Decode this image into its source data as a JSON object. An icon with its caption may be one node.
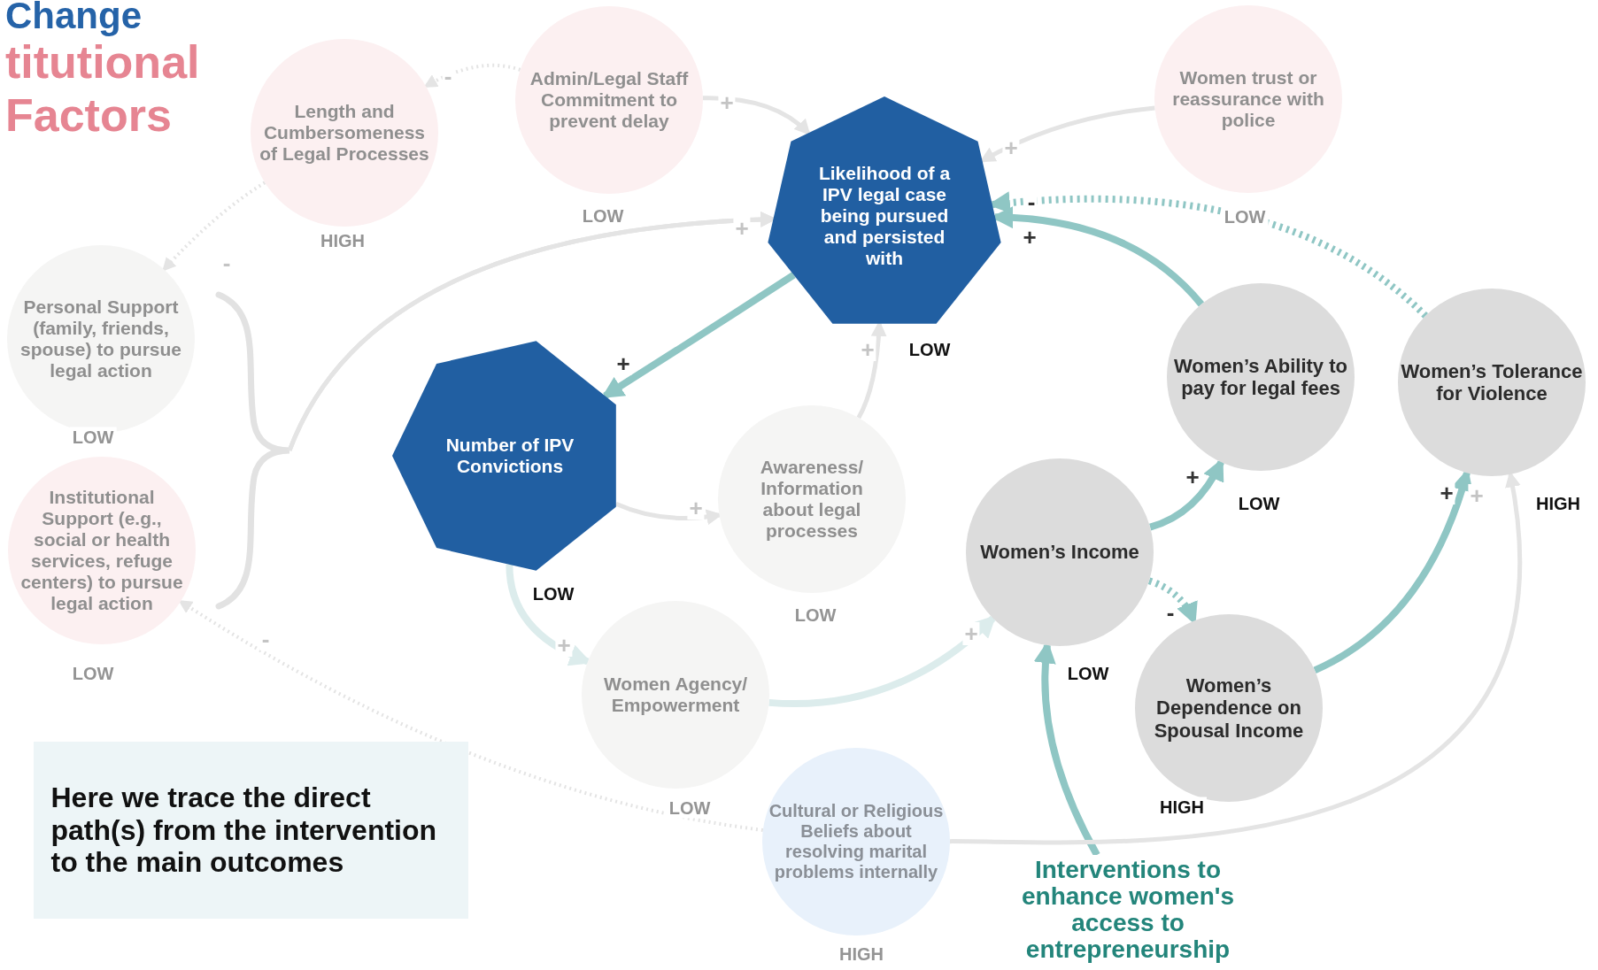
{
  "diagram": {
    "nodes": [
      {
        "text": [
          "Length and Cumbersomeness of Legal Processes"
        ],
        "beside": [
          "HIGH"
        ]
      },
      {
        "text": [
          "Admin/Legal Staff Commitment to prevent delay"
        ],
        "beside": [
          "LOW"
        ]
      },
      {
        "text": [
          "Women trust or reassurance with police"
        ],
        "beside": [
          "LOW"
        ]
      },
      {
        "text": [
          "Likelihood of a IPV legal case being pursued and persisted with"
        ],
        "beside": [
          "LOW"
        ]
      },
      {
        "text": [
          "Personal Support (family, friends, spouse) to pursue legal action"
        ],
        "beside": [
          "LOW"
        ]
      },
      {
        "text": [
          "Institutional Support (e.g., social or health services, refuge centers) to pursue legal action"
        ],
        "beside": [
          "LOW"
        ]
      },
      {
        "text": [
          "Number of IPV Convictions"
        ],
        "beside": [
          "LOW"
        ]
      },
      {
        "text": [
          "Awareness/ Information about legal processes"
        ],
        "beside": [
          "LOW"
        ]
      },
      {
        "text": [
          "Women’s Ability to pay for legal fees"
        ],
        "beside": [
          "LOW"
        ]
      },
      {
        "text": [
          "Women’s Tolerance for Violence"
        ],
        "beside": [
          "HIGH"
        ]
      },
      {
        "text": [
          "Women’s Income"
        ],
        "beside": [
          "LOW"
        ]
      },
      {
        "text": [
          "Women Agency/ Empowerment"
        ],
        "beside": [
          "LOW"
        ]
      },
      {
        "text": [
          "Women’s Dependence on Spousal Income"
        ],
        "beside": [
          "HIGH"
        ]
      },
      {
        "text": [
          "Cultural or Religious Beliefs about resolving marital problems internally"
        ],
        "beside": [
          "HIGH"
        ]
      },
      {
        "text": [
          "Interventions to enhance women's access to entrepreneurship"
        ]
      },
      {
        "text": [
          "Here we trace the direct path(s) from the intervention to the main outcomes"
        ]
      }
    ],
    "edges": [
      {
        "from": 3,
        "to": 6,
        "arrow": "to",
        "label": "+",
        "color": "#8fc6c4"
      },
      {
        "from": 8,
        "to": 3,
        "arrow": "to",
        "label": "+",
        "color": "#8fc6c4"
      },
      {
        "from": 9,
        "to": 3,
        "arrow": "to",
        "label": "-",
        "color": "#8fc6c4",
        "style": "dashed"
      },
      {
        "from": 10,
        "to": 8,
        "arrow": "to",
        "label": "+",
        "color": "#8fc6c4"
      },
      {
        "from": 10,
        "to": 12,
        "arrow": "to",
        "label": "-",
        "color": "#8fc6c4",
        "style": "dashed"
      },
      {
        "from": 12,
        "to": 9,
        "arrow": "to",
        "label": "+",
        "color": "#8fc6c4"
      },
      {
        "from": 14,
        "to": 10,
        "arrow": "to",
        "color": "#8fc6c4"
      },
      {
        "from": 1,
        "to": 0,
        "arrow": "to",
        "label": "-",
        "style": "dashed"
      },
      {
        "from": 0,
        "to": 4,
        "arrow": "to",
        "label": "-",
        "style": "dashed"
      },
      {
        "from": 4,
        "to": 3,
        "arrow": "to",
        "label": "+"
      },
      {
        "from": 5,
        "to": 3,
        "arrow": "to"
      },
      {
        "from": 1,
        "to": 3,
        "arrow": "to",
        "label": "+"
      },
      {
        "from": 2,
        "to": 3,
        "arrow": "to",
        "label": "+"
      },
      {
        "from": 7,
        "to": 3,
        "arrow": "to",
        "label": "+"
      },
      {
        "from": 6,
        "to": 7,
        "arrow": "to",
        "label": "+"
      },
      {
        "from": 6,
        "to": 11,
        "arrow": "to",
        "label": "+",
        "color": "#dcecec"
      },
      {
        "from": 11,
        "to": 10,
        "arrow": "to",
        "label": "+",
        "color": "#dcecec"
      },
      {
        "from": 13,
        "to": 5,
        "arrow": "to",
        "label": "-",
        "style": "dashed"
      },
      {
        "from": 13,
        "to": 9,
        "arrow": "to",
        "label": "+"
      }
    ],
    "labels": [
      "Change",
      "titutional",
      "Factors"
    ]
  }
}
